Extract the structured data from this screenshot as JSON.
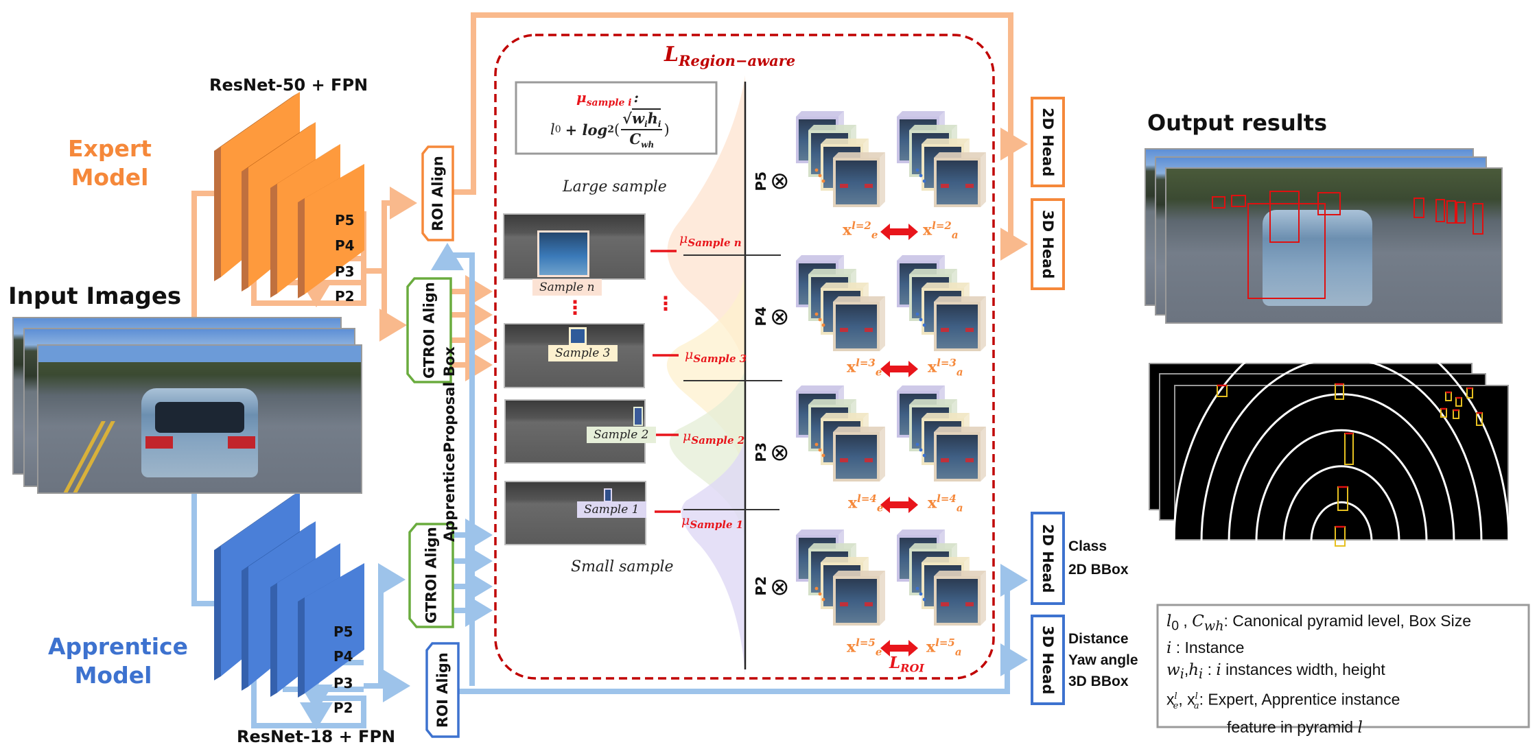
{
  "colors": {
    "expert_orange": "#f5883a",
    "expert_arrow": "#f9b98c",
    "apprentice_blue": "#3d72cf",
    "apprentice_arrow": "#9dc3ea",
    "gt_green": "#6aac3e",
    "loss_red": "#c00000",
    "mu_red": "#e8151b"
  },
  "input": {
    "title": "Input Images"
  },
  "expert": {
    "label_line1": "Expert",
    "label_line2": "Model",
    "backbone": "ResNet-50 + FPN",
    "levels": [
      "P5",
      "P4",
      "P3",
      "P2"
    ],
    "roi_align": "ROI Align",
    "gt_roi_align_line1": "GT",
    "gt_roi_align_line2": "ROI Align"
  },
  "apprentice": {
    "label_line1": "Apprentice",
    "label_line2": "Model",
    "backbone": "ResNet-18 + FPN",
    "levels": [
      "P5",
      "P4",
      "P3",
      "P2"
    ],
    "roi_align": "ROI Align",
    "gt_roi_align_line1": "GT",
    "gt_roi_align_line2": "ROI Align",
    "proposal_line1": "Apprentice",
    "proposal_line2": "Proposal Box"
  },
  "region_aware": {
    "title_main": "L",
    "title_sub": "Region−aware",
    "formula": {
      "mu_main": "μ",
      "mu_sub": "sample i",
      "colon": ":",
      "lhs": "l",
      "lhs_sub": "0",
      "plus_log": "+ log",
      "log_base": "2",
      "numerator": "w",
      "num_i1": "i",
      "numerator_h": "h",
      "num_i2": "i",
      "denominator": "C",
      "den_sub": "wh"
    },
    "large_sample": "Large sample",
    "small_sample": "Small sample",
    "samples": [
      {
        "tag": "Sample n",
        "mu_sub": "Sample n",
        "tag_color": "#fbe2d4",
        "curve_color": "#fde3cf"
      },
      {
        "tag": "Sample 3",
        "mu_sub": "Sample 3",
        "tag_color": "#fdf1cf",
        "curve_color": "#fdf0cd"
      },
      {
        "tag": "Sample 2",
        "mu_sub": "Sample 2",
        "tag_color": "#e6efd9",
        "curve_color": "#e4edd6"
      },
      {
        "tag": "Sample 1",
        "mu_sub": "Sample 1",
        "tag_color": "#ddd8f2",
        "curve_color": "#ded8f5"
      }
    ],
    "ellipsis": "⋮",
    "pyramid_levels": [
      {
        "level": "P5",
        "xe_sup": "l=2",
        "xa_sup": "l=2"
      },
      {
        "level": "P4",
        "xe_sup": "l=3",
        "xa_sup": "l=3"
      },
      {
        "level": "P3",
        "xe_sup": "l=4",
        "xa_sup": "l=4"
      },
      {
        "level": "P2",
        "xe_sup": "l=5",
        "xa_sup": "l=5"
      }
    ],
    "x_main": "x",
    "xe_sub": "e",
    "xa_sub": "a",
    "otimes": "⊗",
    "roi_loss_main": "L",
    "roi_loss_sub": "ROI"
  },
  "heads": {
    "expert_2d": "2D Head",
    "expert_3d": "3D Head",
    "apprentice_2d": "2D Head",
    "apprentice_3d": "3D Head",
    "apprentice_2d_outputs": [
      "Class",
      "2D BBox"
    ],
    "apprentice_3d_outputs": [
      "Distance",
      "Yaw angle",
      "3D BBox"
    ]
  },
  "output": {
    "title": "Output results"
  },
  "legend": {
    "lines": [
      {
        "sym": "l₀ , C_wh",
        "sym_html_a": "l",
        "sym_a_sub": "0",
        "sym_html_b": "C",
        "sym_b_sub": "wh",
        "text": ": Canonical pyramid level, Box Size"
      },
      {
        "sym_html_a": "i",
        "text": ": Instance"
      },
      {
        "sym_html_a": "w",
        "sym_a_sub": "i",
        "sym_html_b": "h",
        "sym_b_sub": "i",
        "text_italic": "i",
        "text": " instances width, height"
      },
      {
        "sym_html_a": "x",
        "sym_a_sup": "l",
        "sym_a_sub": "e",
        "sym_html_b": "x",
        "sym_b_sup": "l",
        "sym_b_sub": "a",
        "text": ": Expert, Apprentice instance"
      },
      {
        "text": "feature in pyramid ",
        "text_italic_end": "l"
      }
    ]
  }
}
